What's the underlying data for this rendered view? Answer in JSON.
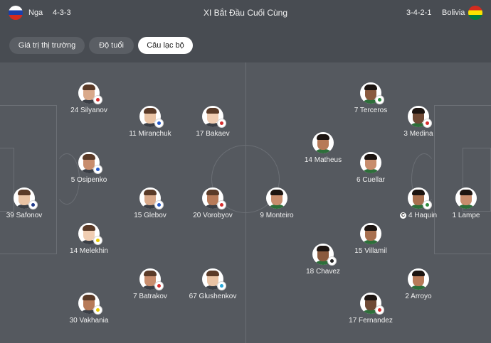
{
  "header": {
    "title": "XI Bắt Đầu Cuối Cùng",
    "home": {
      "name": "Nga",
      "formation": "4-3-3"
    },
    "away": {
      "name": "Bolivia",
      "formation": "3-4-2-1"
    }
  },
  "tabs": [
    {
      "label": "Giá trị thị trường",
      "active": false
    },
    {
      "label": "Độ tuổi",
      "active": false
    },
    {
      "label": "Câu lạc bộ",
      "active": true
    }
  ],
  "home_players": [
    {
      "number": "39",
      "name": "Safonov",
      "label": "39 Safonov",
      "club_color": "#1f3a8a"
    },
    {
      "number": "24",
      "name": "Silyanov",
      "label": "24 Silyanov",
      "club_color": "#d62e2e"
    },
    {
      "number": "5",
      "name": "Osipenko",
      "label": "5 Osipenko",
      "club_color": "#2458c8"
    },
    {
      "number": "14",
      "name": "Melekhin",
      "label": "14 Melekhin",
      "club_color": "#e6c800"
    },
    {
      "number": "30",
      "name": "Vakhania",
      "label": "30 Vakhania",
      "club_color": "#e6c800"
    },
    {
      "number": "11",
      "name": "Miranchuk",
      "label": "11 Miranchuk",
      "club_color": "#2458c8"
    },
    {
      "number": "15",
      "name": "Glebov",
      "label": "15 Glebov",
      "club_color": "#2458c8"
    },
    {
      "number": "7",
      "name": "Batrakov",
      "label": "7 Batrakov",
      "club_color": "#d62e2e"
    },
    {
      "number": "17",
      "name": "Bakaev",
      "label": "17 Bakaev",
      "club_color": "#d62e2e"
    },
    {
      "number": "20",
      "name": "Vorobyov",
      "label": "20 Vorobyov",
      "club_color": "#d62e2e"
    },
    {
      "number": "67",
      "name": "Glushenkov",
      "label": "67 Glushenkov",
      "club_color": "#2aa7d8"
    }
  ],
  "away_players": [
    {
      "number": "1",
      "name": "Lampe",
      "label": "1 Lampe",
      "club_color": ""
    },
    {
      "number": "4",
      "name": "Haquin",
      "label": "4 Haquin",
      "club_color": "#2e8b3e",
      "captain": "C"
    },
    {
      "number": "3",
      "name": "Medina",
      "label": "3 Medina",
      "club_color": "#d62e2e"
    },
    {
      "number": "2",
      "name": "Arroyo",
      "label": "2 Arroyo",
      "club_color": ""
    },
    {
      "number": "7",
      "name": "Terceros",
      "label": "7 Terceros",
      "club_color": "#2e8b3e"
    },
    {
      "number": "6",
      "name": "Cuellar",
      "label": "6 Cuellar",
      "club_color": ""
    },
    {
      "number": "15",
      "name": "Villamil",
      "label": "15 Villamil",
      "club_color": ""
    },
    {
      "number": "17",
      "name": "Fernandez",
      "label": "17 Fernandez",
      "club_color": "#d62e2e"
    },
    {
      "number": "14",
      "name": "Matheus",
      "label": "14 Matheus",
      "club_color": ""
    },
    {
      "number": "18",
      "name": "Chavez",
      "label": "18 Chavez",
      "club_color": "#222222"
    },
    {
      "number": "9",
      "name": "Monteiro",
      "label": "9 Monteiro",
      "club_color": ""
    }
  ]
}
